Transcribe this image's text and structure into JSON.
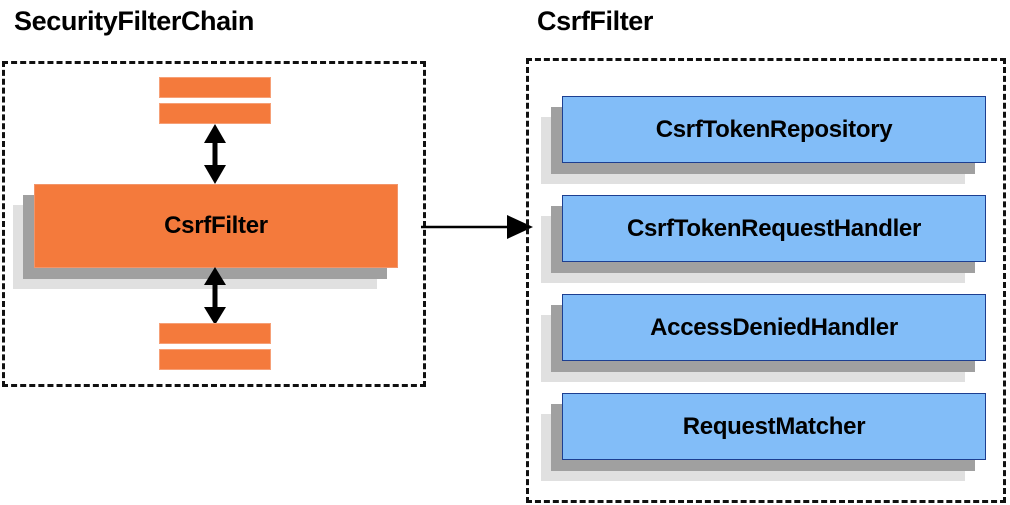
{
  "panels": {
    "left": {
      "title": "SecurityFilterChain",
      "filter_box_label": "CsrfFilter",
      "slots_above": [
        "",
        ""
      ],
      "slots_below": [
        "",
        ""
      ]
    },
    "right": {
      "title": "CsrfFilter",
      "collaborators": [
        {
          "label": "CsrfTokenRepository"
        },
        {
          "label": "CsrfTokenRequestHandler"
        },
        {
          "label": "AccessDeniedHandler"
        },
        {
          "label": "RequestMatcher"
        }
      ]
    }
  },
  "connectors": {
    "left_to_right": "zoom-in-arrow",
    "upstream_filter_link": "bidirectional-arrow",
    "downstream_filter_link": "bidirectional-arrow"
  },
  "colors": {
    "orange_fill": "#F47A3C",
    "orange_border": "#F2956A",
    "blue_fill": "#82BDF8",
    "blue_border": "#1D3F91",
    "shadow_dark": "#A0A0A0",
    "shadow_light": "#E0E0E0",
    "outline": "#111111",
    "text": "#000000",
    "background": "#FFFFFF"
  }
}
